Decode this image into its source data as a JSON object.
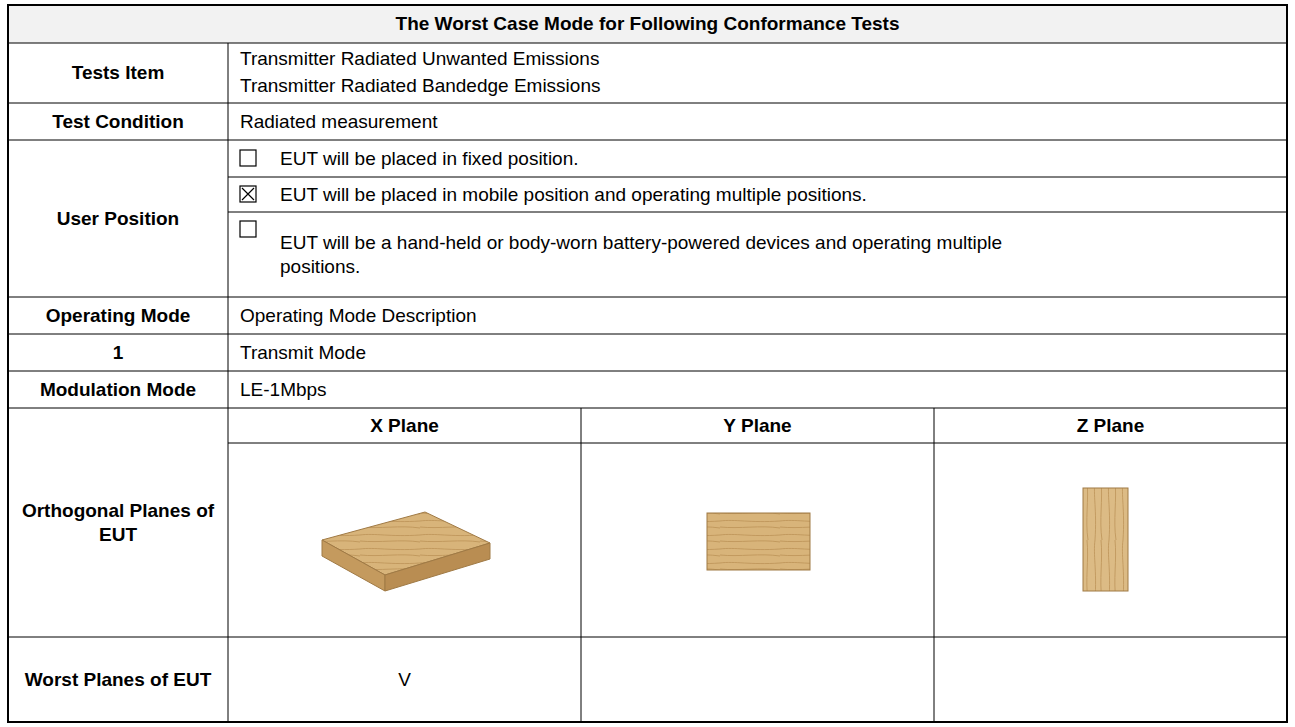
{
  "diagram": {
    "title": "The Worst Case Mode for Following Conformance Tests",
    "labels": [
      "Tests Item",
      "Transmitter Radiated Unwanted Emissions",
      "Transmitter Radiated Bandedge Emissions",
      "Test Condition",
      "Radiated measurement",
      "User Position",
      "EUT will be placed in fixed position.",
      "EUT will be placed in mobile position and operating multiple positions.",
      "EUT will be a hand-held or body-worn battery-powered devices and operating multiple positions.",
      "Operating Mode",
      "Operating Mode Description",
      "1",
      "Transmit Mode",
      "Modulation Mode",
      "LE-1Mbps",
      "Orthogonal Planes of EUT",
      "X Plane",
      "Y Plane",
      "Z Plane",
      "Worst Planes of EUT",
      "V"
    ]
  }
}
